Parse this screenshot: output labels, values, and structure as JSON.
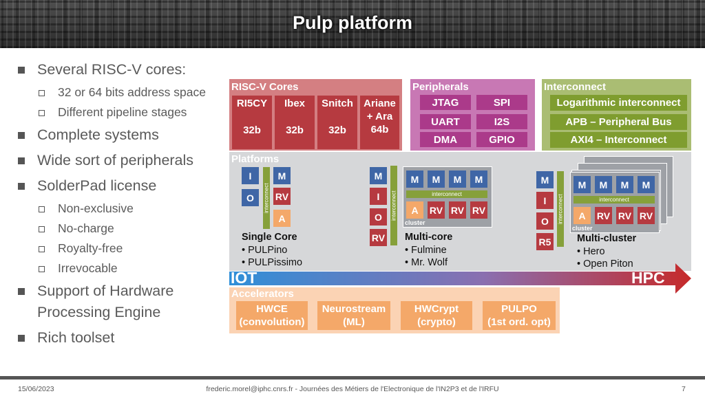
{
  "header": {
    "title": "Pulp platform"
  },
  "bullets": [
    {
      "text": "Several RISC-V cores:",
      "sub": [
        "32 or 64 bits address space",
        "Different pipeline stages"
      ]
    },
    {
      "text": "Complete systems",
      "sub": []
    },
    {
      "text": "Wide sort of peripherals",
      "sub": []
    },
    {
      "text": "SolderPad license",
      "sub": [
        "Non-exclusive",
        "No-charge",
        "Royalty-free",
        "Irrevocable"
      ]
    },
    {
      "text": "Support of Hardware Processing Engine",
      "sub": []
    },
    {
      "text": "Rich toolset",
      "sub": []
    }
  ],
  "diagram": {
    "risc_v": {
      "label": "RISC-V Cores",
      "cores": [
        {
          "name": "RI5CY",
          "bits": "32b"
        },
        {
          "name": "Ibex",
          "bits": "32b"
        },
        {
          "name": "Snitch",
          "bits": "32b"
        },
        {
          "name": "Ariane + Ara",
          "bits": "64b"
        }
      ]
    },
    "peripherals": {
      "label": "Peripherals",
      "items": [
        "JTAG",
        "SPI",
        "UART",
        "I2S",
        "DMA",
        "GPIO"
      ]
    },
    "interconnect": {
      "label": "Interconnect",
      "items": [
        "Logarithmic interconnect",
        "APB – Peripheral Bus",
        "AXI4 – Interconnect"
      ]
    },
    "platforms": {
      "label": "Platforms",
      "small_interconnect": "interconnect",
      "cluster": "cluster",
      "single_core": {
        "title": "Single Core",
        "items": [
          "PULPino",
          "PULPissimo"
        ]
      },
      "multi_core": {
        "title": "Multi-core",
        "items": [
          "Fulmine",
          "Mr. Wolf"
        ]
      },
      "multi_cluster": {
        "title": "Multi-cluster",
        "items": [
          "Hero",
          "Open Piton"
        ]
      }
    },
    "tiles": {
      "M": "M",
      "I": "I",
      "O": "O",
      "RV": "RV",
      "A": "A",
      "R5": "R5"
    },
    "arrow": {
      "left": "IOT",
      "right": "HPC"
    },
    "accelerators": {
      "label": "Accelerators",
      "items": [
        {
          "l1": "HWCE",
          "l2": "(convolution)"
        },
        {
          "l1": "Neurostream",
          "l2": "(ML)"
        },
        {
          "l1": "HWCrypt",
          "l2": "(crypto)"
        },
        {
          "l1": "PULPO",
          "l2": "(1st ord. opt)"
        }
      ]
    },
    "colors": {
      "risc": "#d47f82",
      "periph": "#c878b4",
      "interc": "#aabd73",
      "platform": "#d6d7d9",
      "accel": "#fbd3b4"
    }
  },
  "footer": {
    "date": "15/06/2023",
    "center": "frederic.morel@iphc.cnrs.fr - Journées des Métiers de l'Electronique de l'IN2P3 et de l'IRFU",
    "page": "7"
  }
}
